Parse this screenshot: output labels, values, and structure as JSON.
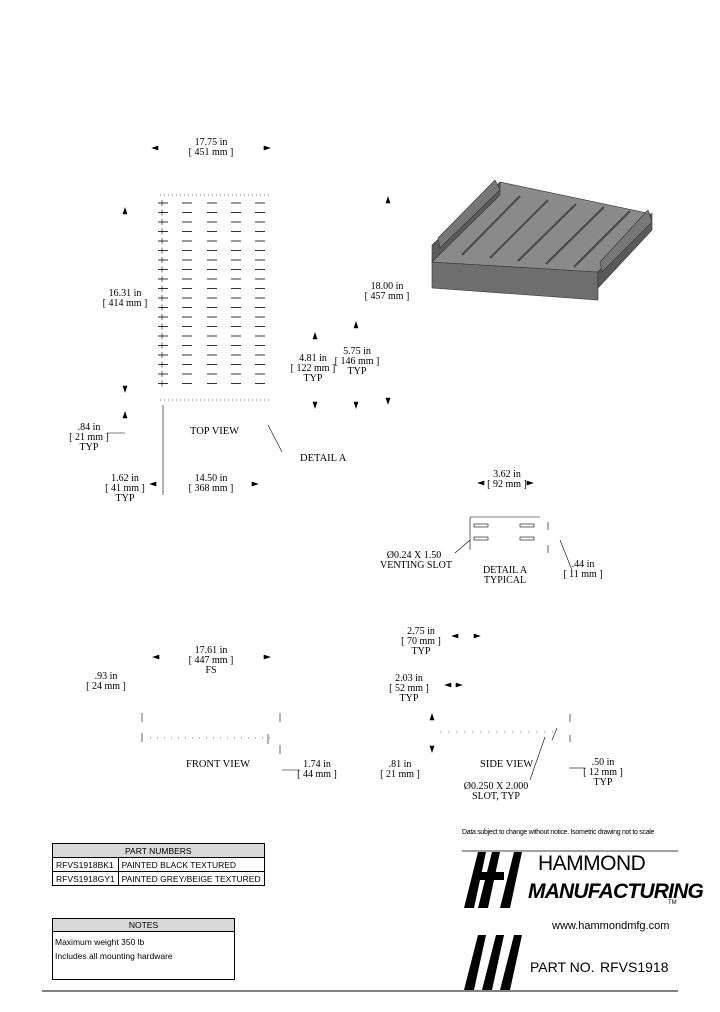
{
  "top_view": {
    "width_dim": [
      "17.75 in",
      "[ 451 mm ]"
    ],
    "depth_dim": [
      "16.31 in",
      "[ 414 mm ]"
    ],
    "depth_dim_2": [
      "18.00 in",
      "[ 457 mm ]"
    ],
    "d4": [
      "4.81 in",
      "[ 122 mm ]",
      "TYP"
    ],
    "d5": [
      "5.75 in",
      "[ 146 mm ]",
      "TYP"
    ],
    "d6": [
      ".84 in",
      "[ 21 mm ]",
      "TYP"
    ],
    "d7": [
      "1.62 in",
      "[ 41 mm ]",
      "TYP"
    ],
    "d8": [
      "14.50 in",
      "[ 368 mm ]"
    ],
    "label": "TOP VIEW",
    "detail_callout": "DETAIL A"
  },
  "detail_a": {
    "dim_top": [
      "3.62 in",
      "[ 92 mm ]"
    ],
    "slot_label": [
      "Ø0.24 X 1.50",
      "VENTING SLOT"
    ],
    "title": [
      "DETAIL A",
      "TYPICAL"
    ],
    "dim_side": [
      ".44 in",
      "[ 11 mm ]"
    ]
  },
  "front_view": {
    "width_dim": [
      "17.61 in",
      "[ 447 mm ]",
      "FS"
    ],
    "d_left": [
      ".93 in",
      "[ 24 mm ]"
    ],
    "d_height": [
      "1.74 in",
      "[ 44 mm ]"
    ],
    "label": "FRONT VIEW"
  },
  "side_view": {
    "d1": [
      "2.75 in",
      "[ 70 mm ]",
      "TYP"
    ],
    "d2": [
      "2.03 in",
      "[ 52 mm ]",
      "TYP"
    ],
    "d3": [
      ".81 in",
      "[ 21 mm ]"
    ],
    "d4": [
      ".50 in",
      "[ 12 mm ]",
      "TYP"
    ],
    "slot": [
      "Ø0.250 X 2.000",
      "SLOT, TYP"
    ],
    "label": "SIDE VIEW"
  },
  "part_numbers": {
    "header": "PART NUMBERS",
    "rows": [
      {
        "pn": "RFVS1918BK1",
        "desc": "PAINTED BLACK TEXTURED"
      },
      {
        "pn": "RFVS1918GY1",
        "desc": "PAINTED GREY/BEIGE TEXTURED"
      }
    ]
  },
  "notes": {
    "header": "NOTES",
    "lines": [
      "Maximum weight 350 lb",
      "Includes all mounting hardware"
    ]
  },
  "title_block": {
    "disclaimer": "Data subject to change without notice. Isometric drawing not to scale",
    "company_line1": "HAMMOND",
    "company_line2": "MANUFACTURING",
    "trademark": "TM",
    "website": "www.hammondmfg.com",
    "part_label": "PART NO.",
    "part_no": "RFVS1918"
  }
}
